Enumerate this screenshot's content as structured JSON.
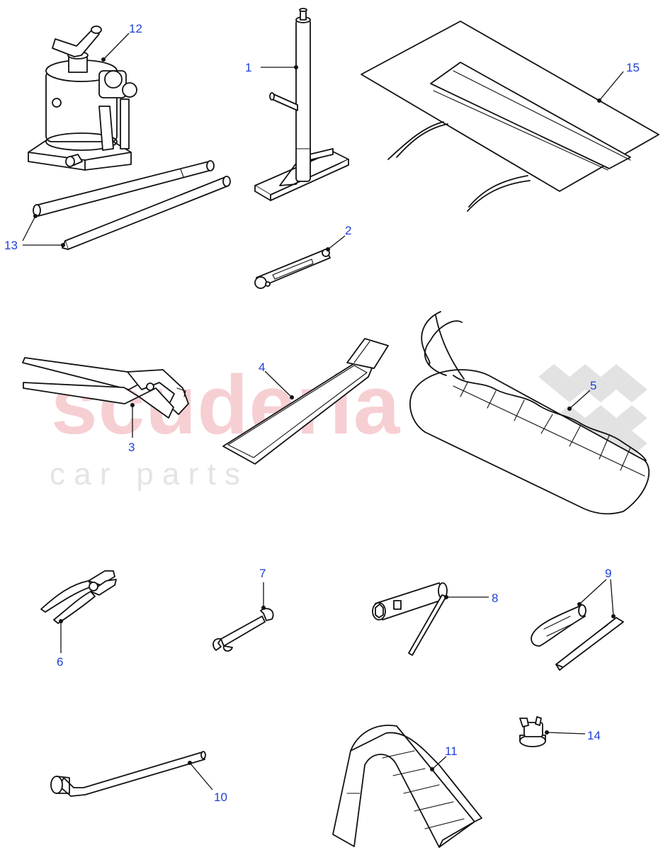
{
  "watermark": {
    "brand": "scuderia",
    "tagline": "c a r   p a r t s",
    "color_brand": "#f6cfd3",
    "color_tagline": "#e4e4e4"
  },
  "callout_color": "#1f3fd6",
  "callouts": {
    "c1": "1",
    "c2": "2",
    "c3": "3",
    "c4": "4",
    "c5": "5",
    "c6": "6",
    "c7": "7",
    "c8": "8",
    "c9": "9",
    "c10": "10",
    "c11": "11",
    "c12": "12",
    "c13": "13",
    "c14": "14",
    "c15": "15"
  }
}
